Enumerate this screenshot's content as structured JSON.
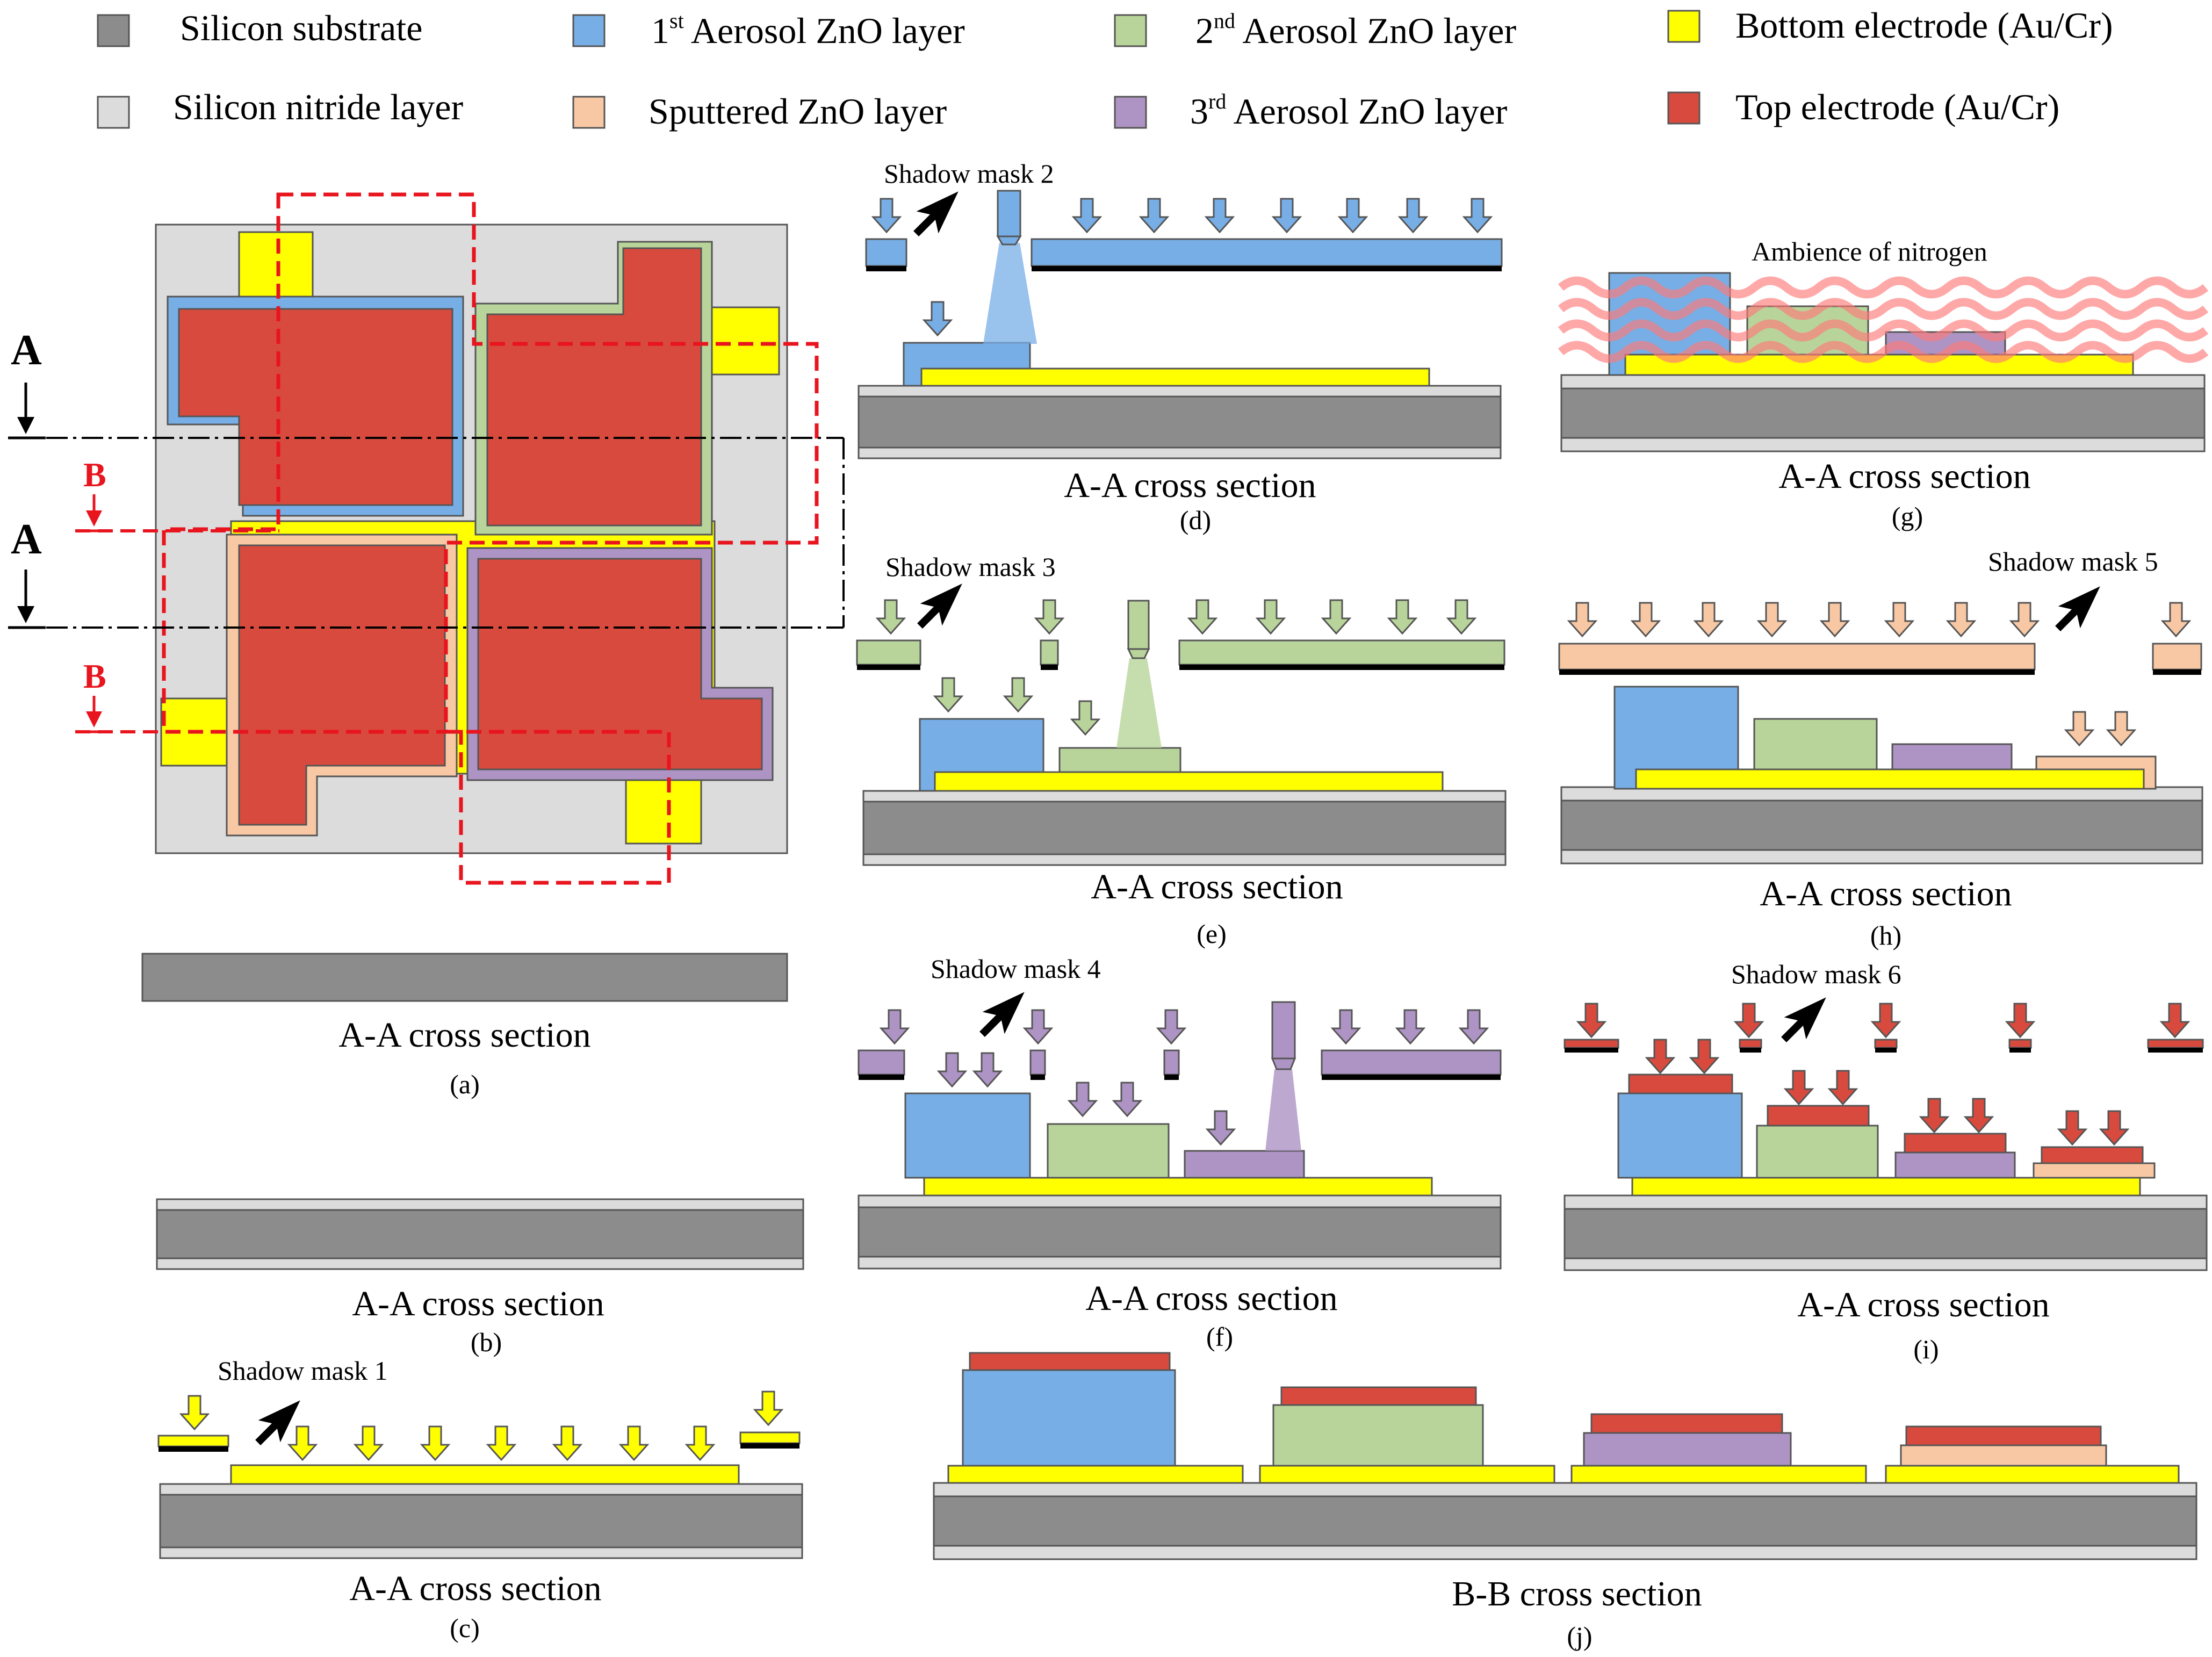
{
  "legend": [
    {
      "key": "si",
      "label": "Silicon substrate",
      "color": "#8c8c8c"
    },
    {
      "key": "aer1",
      "label": "1st Aerosol ZnO layer",
      "sup_base": "1",
      "sup": "st",
      "rest": " Aerosol ZnO layer",
      "color": "#77aee6"
    },
    {
      "key": "aer2",
      "label": "2nd Aerosol ZnO layer",
      "sup_base": "2",
      "sup": "nd",
      "rest": " Aerosol ZnO layer",
      "color": "#b8d49a"
    },
    {
      "key": "bottom",
      "label": "Bottom electrode (Au/Cr)",
      "color": "#ffff00"
    },
    {
      "key": "nitride",
      "label": "Silicon nitride layer",
      "color": "#dcdcdc"
    },
    {
      "key": "sputter",
      "label": "Sputtered ZnO layer",
      "color": "#f8c8a4"
    },
    {
      "key": "aer3",
      "label": "3rd Aerosol ZnO layer",
      "sup_base": "3",
      "sup": "rd",
      "rest": " Aerosol  ZnO layer",
      "color": "#ad94c4"
    },
    {
      "key": "top",
      "label": "Top electrode (Au/Cr)",
      "color": "#d94a3e"
    }
  ],
  "section_lines": {
    "a": "A",
    "b": "B"
  },
  "panels": {
    "a": {
      "title": "A-A cross section",
      "label": "(a)"
    },
    "b": {
      "title": "A-A cross section",
      "label": "(b)"
    },
    "c": {
      "title": "A-A cross section",
      "label": "(c)",
      "mask": "Shadow mask 1"
    },
    "d": {
      "title": "A-A cross section",
      "label": "(d)",
      "mask": "Shadow mask 2"
    },
    "e": {
      "title": "A-A cross section",
      "label": "(e)",
      "mask": "Shadow mask 3"
    },
    "f": {
      "title": "A-A cross section",
      "label": "(f)",
      "mask": "Shadow mask 4"
    },
    "g": {
      "title": "A-A cross section",
      "label": "(g)",
      "annotation": "Ambience of nitrogen"
    },
    "h": {
      "title": "A-A cross section",
      "label": "(h)",
      "mask": "Shadow mask 5"
    },
    "i": {
      "title": "A-A cross section",
      "label": "(i)",
      "mask": "Shadow mask 6"
    },
    "j": {
      "title": "B-B cross section",
      "label": "(j)"
    }
  }
}
